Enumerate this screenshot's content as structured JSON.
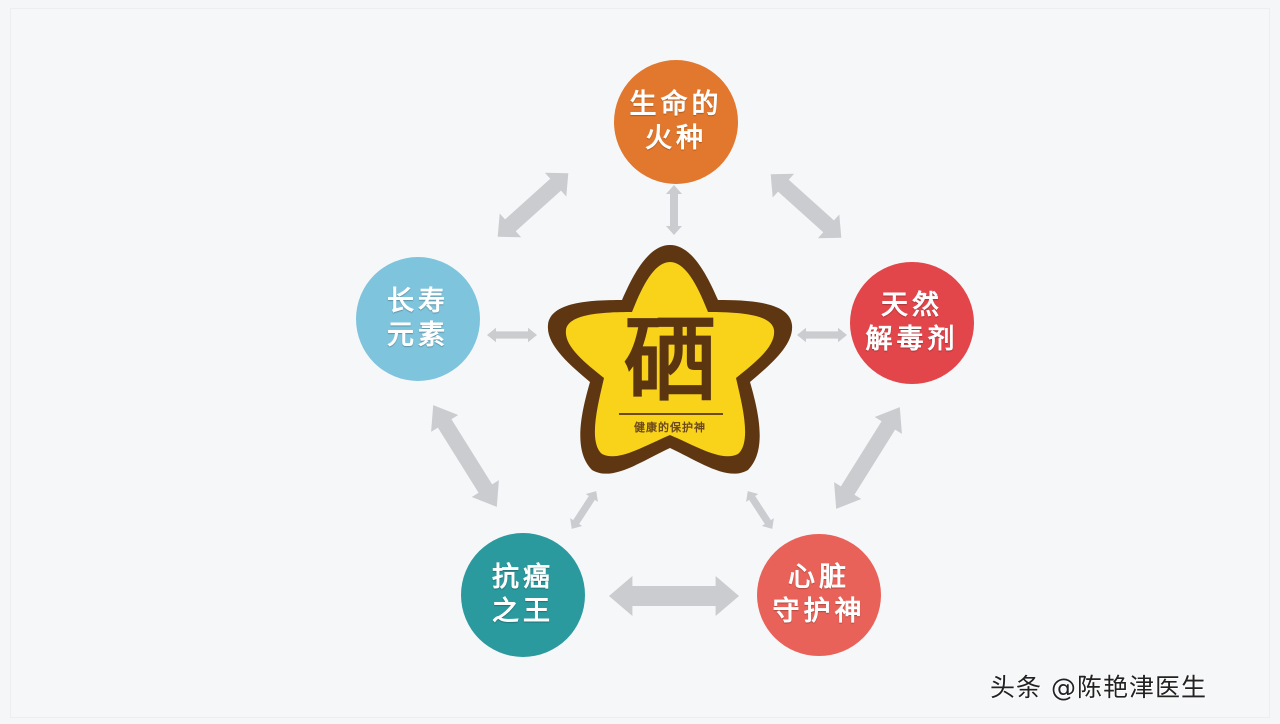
{
  "diagram": {
    "center": {
      "main_char": "硒",
      "subtitle": "健康的保护神",
      "fill_color": "#f9d31a",
      "border_color": "#5e3712"
    },
    "nodes": [
      {
        "id": "top",
        "line1": "生命的",
        "line2": "火种",
        "color": "#e2782d"
      },
      {
        "id": "right",
        "line1": "天然",
        "line2": "解毒剂",
        "color": "#e2454a"
      },
      {
        "id": "bottom-right",
        "line1": "心脏",
        "line2": "守护神",
        "color": "#e96259"
      },
      {
        "id": "bottom-left",
        "line1": "抗癌",
        "line2": "之王",
        "color": "#2a9a9e"
      },
      {
        "id": "left",
        "line1": "长寿",
        "line2": "元素",
        "color": "#7ec4dc"
      }
    ],
    "arrow_color": "#cbcccf",
    "connections": [
      "center<->top",
      "center<->right",
      "center<->bottom-right",
      "center<->bottom-left",
      "center<->left",
      "top<->right",
      "right<->bottom-right",
      "bottom-right<->bottom-left",
      "bottom-left<->left",
      "left<->top"
    ]
  },
  "watermark": "头条 @陈艳津医生"
}
